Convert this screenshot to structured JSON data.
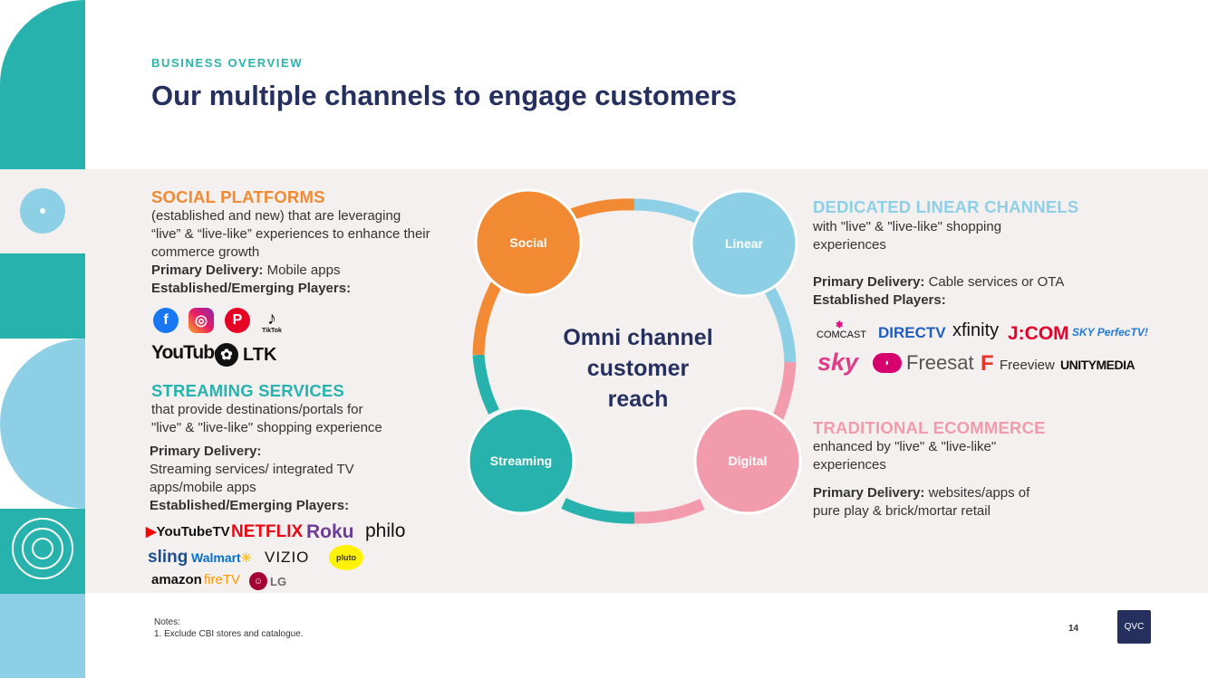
{
  "header": {
    "eyebrow": "BUSINESS OVERVIEW",
    "title": "Our multiple channels to engage customers"
  },
  "social": {
    "heading": "SOCIAL PLATFORMS",
    "desc_lines": [
      "(established and new) that are leveraging",
      "“live” & “live-like” experiences to enhance their",
      "commerce growth"
    ],
    "delivery_label": "Primary Delivery:",
    "delivery_value": "Mobile apps",
    "players_label": "Established/Emerging Players:",
    "logos": [
      "YouTube",
      "LTK"
    ],
    "tiktok_caption": "TikTok"
  },
  "streaming": {
    "heading": "STREAMING SERVICES",
    "desc_lines": [
      "that provide destinations/portals for",
      "\"live\" & \"live-like\" shopping experience"
    ],
    "delivery_label": "Primary Delivery:",
    "delivery_lines": [
      "Streaming services/ integrated TV",
      "apps/mobile apps"
    ],
    "players_label": "Established/Emerging Players:",
    "logos": [
      "YouTubeTV",
      "NETFLIX",
      "Roku",
      "philo",
      "sling",
      "Walmart",
      "VIZIO",
      "pluto",
      "amazon",
      "fireTV",
      "LG"
    ]
  },
  "linear": {
    "heading": "DEDICATED LINEAR CHANNELS",
    "desc_lines": [
      "with \"live\" & \"live-like\" shopping",
      "experiences"
    ],
    "delivery_label": "Primary Delivery:",
    "delivery_value": "Cable services or OTA",
    "players_label": "Established Players:",
    "logos": [
      "COMCAST",
      "DIRECTV",
      "xfinity",
      "J:COM",
      "SKY PerfecTV!",
      "sky",
      "Freesat",
      "Freeview",
      "UNITYMEDIA"
    ]
  },
  "ecommerce": {
    "heading": "TRADITIONAL ECOMMERCE",
    "desc_lines": [
      "enhanced by \"live\" & \"live-like\"",
      "experiences"
    ],
    "delivery_label": "Primary Delivery:",
    "delivery_value": "websites/apps of",
    "delivery_line2": "pure play & brick/mortar retail"
  },
  "diagram": {
    "center_lines": [
      "Omni channel",
      "customer",
      "reach"
    ],
    "nodes": [
      {
        "label": "Social",
        "color": "#f18a32"
      },
      {
        "label": "Linear",
        "color": "#8dd0e6"
      },
      {
        "label": "Streaming",
        "color": "#27b2ad"
      },
      {
        "label": "Digital",
        "color": "#f29bac"
      }
    ]
  },
  "footer": {
    "notes_title": "Notes:",
    "note_1": "1.     Exclude CBI stores and catalogue.",
    "page_number": "14",
    "brand": "QVC"
  },
  "colors": {
    "navy": "#26305e",
    "teal": "#27b2ad",
    "orange": "#f18a32",
    "light_blue": "#8dd0e6",
    "pink": "#f29bac"
  }
}
